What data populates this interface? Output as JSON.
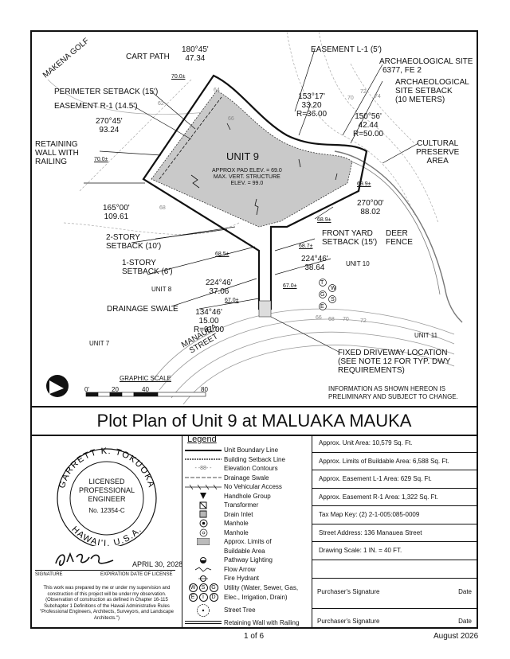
{
  "map": {
    "makena_golf": "MAKENA GOLF",
    "cart_path": "CART PATH",
    "perimeter_setback": "PERIMETER SETBACK (15')",
    "easement_r1": "EASEMENT R-1 (14.5')",
    "retaining_wall": [
      "RETAINING",
      "WALL WITH",
      "RAILING"
    ],
    "brg1": [
      "180°45'",
      "47.34"
    ],
    "brg2": [
      "270°45'",
      "93.24"
    ],
    "brg3": [
      "153°17'",
      "33.20",
      "R=36.00"
    ],
    "brg4": [
      "150°56'",
      "42.44",
      "R=50.00"
    ],
    "brg5": [
      "270°00'",
      "88.02"
    ],
    "brg6": [
      "165°00'",
      "109.61"
    ],
    "brg7": [
      "224°46'",
      "38.64"
    ],
    "brg8": [
      "224°46'",
      "37.06"
    ],
    "brg9": [
      "134°46'",
      "15.00",
      "R=91.00"
    ],
    "easement_l1": "EASEMENT L-1 (5')",
    "arch_site": [
      "ARCHAEOLOGICAL SITE",
      "6377, FE 2"
    ],
    "arch_setback": [
      "ARCHAEOLOGICAL",
      "SITE SETBACK",
      "(10 METERS)"
    ],
    "cultural": [
      "CULTURAL",
      "PRESERVE",
      "AREA"
    ],
    "unit_title": "UNIT 9",
    "unit_notes": [
      "APPROX PAD ELEV. = 69.0",
      "MAX. VERT. STRUCTURE",
      "ELEV. = 99.0"
    ],
    "two_story": [
      "2-STORY",
      "SETBACK (10')"
    ],
    "one_story": [
      "1-STORY",
      "SETBACK (6')"
    ],
    "front_yard": [
      "FRONT YARD",
      "SETBACK (15')"
    ],
    "deer_fence": [
      "DEER",
      "FENCE"
    ],
    "drainage_swale": "DRAINAGE SWALE",
    "unit8": "UNIT 8",
    "unit7": "UNIT 7",
    "unit10": "UNIT 10",
    "unit11": "UNIT 11",
    "street": [
      "MANAUEA",
      "STREET"
    ],
    "driveway": [
      "FIXED DRIVEWAY LOCATION",
      "(SEE NOTE 12 FOR TYP. DWY",
      "REQUIREMENTS)"
    ],
    "info_note": [
      "INFORMATION AS SHOWN HEREON IS",
      "PRELIMINARY AND SUBJECT TO CHANGE."
    ],
    "graphic_scale": "GRAPHIC SCALE",
    "scale_ticks": [
      "0'",
      "20",
      "40",
      "80"
    ],
    "elevations": [
      "70.0±",
      "70.0±",
      "69.9±",
      "68.9±",
      "68.7±",
      "68.5±",
      "67.0±",
      "67.0±"
    ],
    "contours": [
      "62",
      "64",
      "66",
      "68",
      "70",
      "72",
      "74",
      "66",
      "68",
      "70",
      "72"
    ],
    "utility_letters": [
      "T",
      "W",
      "G",
      "S",
      "E"
    ]
  },
  "title": "Plot Plan of Unit 9 at MALUAKA MAUKA",
  "seal": {
    "name": "GARRETT K. TOKUOKA",
    "licensed": [
      "LICENSED",
      "PROFESSIONAL",
      "ENGINEER"
    ],
    "number": "No. 12354-C",
    "state": "HAWAI'I, U.S.A.",
    "date": "APRIL 30, 2028",
    "sig_label": "SIGNATURE",
    "exp_label": "EXPIRATION DATE OF LICENSE",
    "statement": "This work was prepared by me or under my supervision and construction of this project will be under my observation. (Observation of construction as defined in Chapter 16-115 Subchapter 1 Definitions of the Hawaii Administrative Rules \"Professional Engineers, Architects, Surveyors, and Landscape Architects.\")"
  },
  "legend": {
    "title": "Legend",
    "items": [
      "Unit Boundary Line",
      "Building Setback Line",
      "Elevation Contours",
      "Drainage Swale",
      "No Vehicular Access",
      "Handhole Group",
      "Transformer",
      "Drain Inlet",
      "Manhole",
      "Manhole",
      "Approx. Limits of",
      "Buildable Area",
      "Pathway Lighting",
      "Flow Arrow",
      "Fire Hydrant",
      "Utility (Water, Sewer, Gas,",
      "Elec., Irrigation, Drain)",
      "Street Tree",
      "Retaining Wall with Railing"
    ],
    "contour_label": "88",
    "utility_top": [
      "W",
      "S",
      "G"
    ],
    "utility_bot": [
      "E",
      "I",
      "D"
    ]
  },
  "info": [
    "Approx. Unit Area: 10,579 Sq. Ft.",
    "Approx. Limits of Buildable Area: 6,588 Sq. Ft.",
    "Approx. Easement L-1 Area: 629 Sq. Ft.",
    "Approx. Easement R-1 Area: 1,322 Sq. Ft.",
    "Tax Map Key: (2) 2-1-005:085-0009",
    "Street Address: 136 Manauea Street",
    "Drawing Scale: 1 IN. = 40 FT."
  ],
  "purchaser_sig": "Purchaser's Signature",
  "date_label": "Date",
  "page": "1 of 6",
  "month": "August 2026"
}
